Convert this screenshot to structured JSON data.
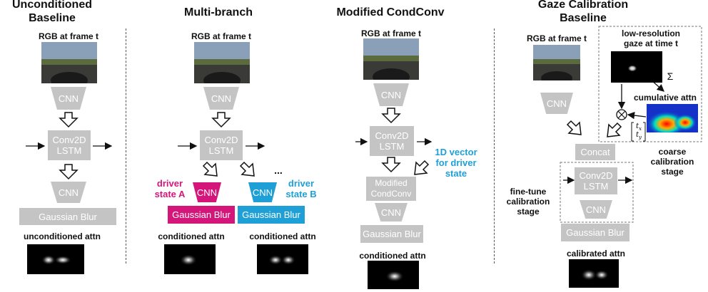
{
  "columns": {
    "unconditioned": {
      "title_line1": "Unconditioned",
      "title_line2": "Baseline",
      "input_label": "RGB at frame t",
      "cnn1": "CNN",
      "lstm_line1": "Conv2D",
      "lstm_line2": "LSTM",
      "cnn2": "CNN",
      "blur": "Gaussian Blur",
      "output_label": "unconditioned attn"
    },
    "multibranch": {
      "title": "Multi-branch",
      "input_label": "RGB at frame t",
      "cnn1": "CNN",
      "lstm_line1": "Conv2D",
      "lstm_line2": "LSTM",
      "ellipsis": "...",
      "driver_a_line1": "driver",
      "driver_a_line2": "state A",
      "driver_b_line1": "driver",
      "driver_b_line2": "state B",
      "cnn_a": "CNN",
      "cnn_b": "CNN",
      "blur_a": "Gaussian Blur",
      "blur_b": "Gaussian Blur",
      "output_a": "conditioned attn",
      "output_b": "conditioned attn"
    },
    "condconv": {
      "title": "Modified CondConv",
      "input_label": "RGB at frame t",
      "cnn1": "CNN",
      "lstm_line1": "Conv2D",
      "lstm_line2": "LSTM",
      "vector_line1": "1D vector",
      "vector_line2": "for driver",
      "vector_line3": "state",
      "modified_line1": "Modified",
      "modified_line2": "CondConv",
      "cnn2": "CNN",
      "blur": "Gaussian Blur",
      "output_label": "conditioned attn"
    },
    "calibration": {
      "title_line1": "Gaze Calibration",
      "title_line2": "Baseline",
      "input_label": "RGB at frame t",
      "lowres_line1": "low-resolution",
      "lowres_line2": "gaze at time t",
      "sigma": "Σ",
      "cumulative": "cumulative attn",
      "cnn1": "CNN",
      "concat": "Concat",
      "lstm_line1": "Conv2D",
      "lstm_line2": "LSTM",
      "cnn2": "CNN",
      "blur": "Gaussian Blur",
      "coarse_line1": "coarse",
      "coarse_line2": "calibration",
      "coarse_line3": "stage",
      "finetune_line1": "fine-tune",
      "finetune_line2": "calibration",
      "finetune_line3": "stage",
      "output_label": "calibrated attn",
      "otimes": "⊗",
      "tx": "t",
      "tx_sub": "x",
      "ty": "t",
      "ty_sub": "y"
    }
  },
  "colors": {
    "box_gray": "#c4c4c4",
    "pink": "#d4157a",
    "blue": "#1ea0d6"
  }
}
